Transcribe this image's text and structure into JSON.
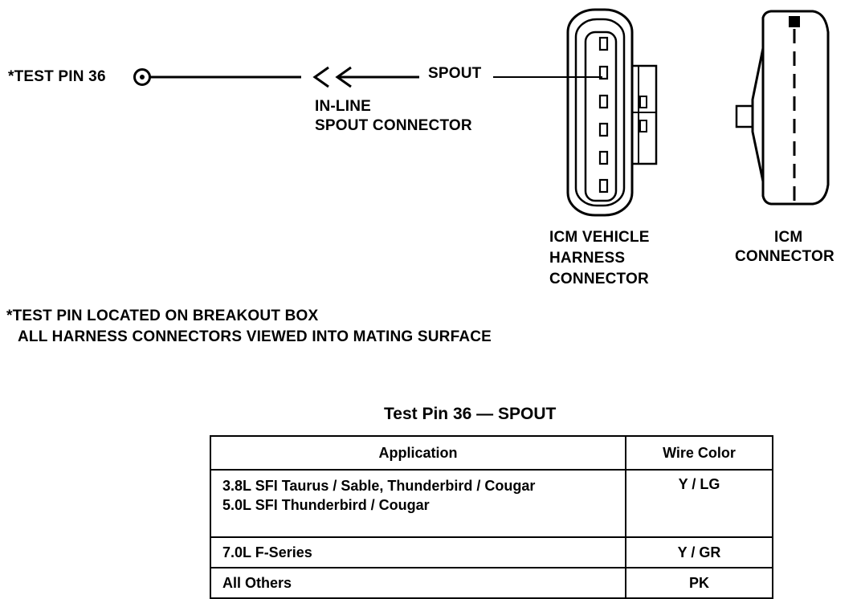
{
  "diagram": {
    "test_pin_label": "*TEST PIN 36",
    "spout_label": "SPOUT",
    "inline_connector_label": [
      "IN-LINE",
      "SPOUT CONNECTOR"
    ],
    "icm_harness_label": [
      "ICM VEHICLE",
      "HARNESS",
      "CONNECTOR"
    ],
    "icm_connector_label": [
      "ICM",
      "CONNECTOR"
    ]
  },
  "notes": [
    "*TEST PIN LOCATED ON BREAKOUT BOX",
    "ALL HARNESS CONNECTORS VIEWED INTO MATING SURFACE"
  ],
  "table": {
    "title": "Test Pin 36 — SPOUT",
    "headers": [
      "Application",
      "Wire Color"
    ],
    "rows": [
      {
        "application": [
          "3.8L SFI Taurus / Sable, Thunderbird / Cougar",
          "5.0L SFI Thunderbird / Cougar"
        ],
        "wire_color": "Y / LG"
      },
      {
        "application": [
          "7.0L F-Series"
        ],
        "wire_color": "Y / GR"
      },
      {
        "application": [
          "All Others"
        ],
        "wire_color": "PK"
      }
    ]
  }
}
